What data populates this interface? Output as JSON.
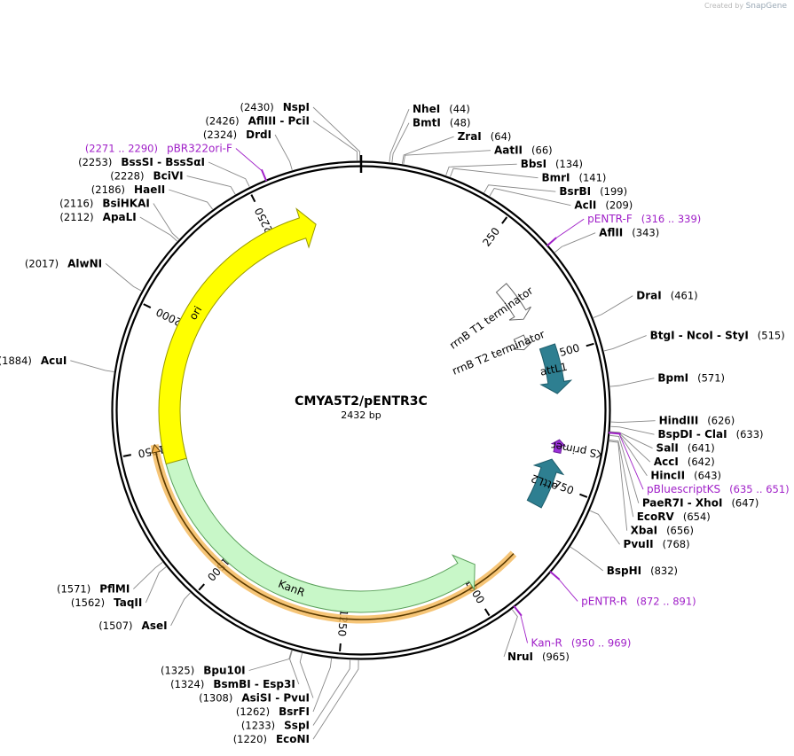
{
  "credit": {
    "prefix": "Created by",
    "brand": "SnapGene"
  },
  "plasmid": {
    "name": "CMYA5T2/pENTR3C",
    "size_label": "2432 bp",
    "length": 2432
  },
  "ticks": [
    {
      "pos": 250,
      "label": "250"
    },
    {
      "pos": 500,
      "label": "500"
    },
    {
      "pos": 750,
      "label": "750"
    },
    {
      "pos": 1000,
      "label": "1000"
    },
    {
      "pos": 1250,
      "label": "1250"
    },
    {
      "pos": 1500,
      "label": "1500"
    },
    {
      "pos": 1750,
      "label": "1750"
    },
    {
      "pos": 2000,
      "label": "2000"
    },
    {
      "pos": 2250,
      "label": "2250"
    }
  ],
  "features": [
    {
      "id": "rrnb-t1",
      "label": "rrnB T1 terminator",
      "start": 330,
      "end": 410,
      "color": "#ffffff",
      "stroke": "#666666",
      "kind": "hollow"
    },
    {
      "id": "rrnb-t2",
      "label": "rrnB T2 terminator",
      "start": 440,
      "end": 470,
      "color": "#ffffff",
      "stroke": "#666666",
      "kind": "hollow"
    },
    {
      "id": "attl1",
      "label": "attL1",
      "start": 480,
      "end": 575,
      "color": "#2e7f91",
      "stroke": "#1e5c6a",
      "kind": "solid"
    },
    {
      "id": "ks-primer",
      "label": "KS primer",
      "start": 665,
      "end": 690,
      "color": "#9b30d9",
      "stroke": "#6a1b9a",
      "kind": "solid"
    },
    {
      "id": "attl2",
      "label": "attL2",
      "start": 705,
      "end": 800,
      "color": "#2e7f91",
      "stroke": "#1e5c6a",
      "kind": "solid"
    },
    {
      "id": "kanr",
      "label": "KanR",
      "start": 970,
      "end": 1750,
      "color": "#c8f7c8",
      "stroke": "#5aa05a",
      "kind": "solid"
    },
    {
      "id": "ori",
      "label": "ori",
      "start": 1720,
      "end": 2340,
      "color": "#ffff00",
      "stroke": "#999900",
      "kind": "solid"
    }
  ],
  "promoter": {
    "label": "",
    "start": 900,
    "end": 1760,
    "color": "#f3b14a"
  },
  "sites": [
    {
      "name": "NspI",
      "pos": 2430,
      "display": "(2430)"
    },
    {
      "name": "NheI",
      "pos": 44,
      "display": "(44)"
    },
    {
      "name": "BmtI",
      "pos": 48,
      "display": "(48)"
    },
    {
      "name": "ZraI",
      "pos": 64,
      "display": "(64)"
    },
    {
      "name": "AatII",
      "pos": 66,
      "display": "(66)"
    },
    {
      "name": "BbsI",
      "pos": 134,
      "display": "(134)"
    },
    {
      "name": "BmrI",
      "pos": 141,
      "display": "(141)"
    },
    {
      "name": "BsrBI",
      "pos": 199,
      "display": "(199)"
    },
    {
      "name": "AclI",
      "pos": 209,
      "display": "(209)"
    },
    {
      "name": "AflII",
      "pos": 343,
      "display": "(343)"
    },
    {
      "name": "DraI",
      "pos": 461,
      "display": "(461)"
    },
    {
      "name": "BtgI  -  NcoI  -  StyI",
      "pos": 515,
      "display": "(515)"
    },
    {
      "name": "BpmI",
      "pos": 571,
      "display": "(571)"
    },
    {
      "name": "HindIII",
      "pos": 626,
      "display": "(626)"
    },
    {
      "name": "BspDI  -  ClaI",
      "pos": 633,
      "display": "(633)"
    },
    {
      "name": "SalI",
      "pos": 641,
      "display": "(641)"
    },
    {
      "name": "AccI",
      "pos": 642,
      "display": "(642)"
    },
    {
      "name": "HincII",
      "pos": 643,
      "display": "(643)"
    },
    {
      "name": "PaeR7I  -  XhoI",
      "pos": 647,
      "display": "(647)"
    },
    {
      "name": "EcoRV",
      "pos": 654,
      "display": "(654)"
    },
    {
      "name": "XbaI",
      "pos": 656,
      "display": "(656)"
    },
    {
      "name": "PvuII",
      "pos": 768,
      "display": "(768)"
    },
    {
      "name": "BspHI",
      "pos": 832,
      "display": "(832)"
    },
    {
      "name": "NruI",
      "pos": 965,
      "display": "(965)"
    },
    {
      "name": "EcoNI",
      "pos": 1220,
      "display": "(1220)"
    },
    {
      "name": "SspI",
      "pos": 1233,
      "display": "(1233)"
    },
    {
      "name": "BsrFI",
      "pos": 1262,
      "display": "(1262)"
    },
    {
      "name": "AsiSI  -  PvuI",
      "pos": 1308,
      "display": "(1308)"
    },
    {
      "name": "BsmBI  -  Esp3I",
      "pos": 1324,
      "display": "(1324)"
    },
    {
      "name": "Bpu10I",
      "pos": 1325,
      "display": "(1325)"
    },
    {
      "name": "AseI",
      "pos": 1507,
      "display": "(1507)"
    },
    {
      "name": "TaqII",
      "pos": 1562,
      "display": "(1562)"
    },
    {
      "name": "PflMI",
      "pos": 1571,
      "display": "(1571)"
    },
    {
      "name": "AcuI",
      "pos": 1884,
      "display": "(1884)"
    },
    {
      "name": "AlwNI",
      "pos": 2017,
      "display": "(2017)"
    },
    {
      "name": "ApaLI",
      "pos": 2112,
      "display": "(2112)"
    },
    {
      "name": "BsiHKAI",
      "pos": 2116,
      "display": "(2116)"
    },
    {
      "name": "HaeII",
      "pos": 2186,
      "display": "(2186)"
    },
    {
      "name": "BciVI",
      "pos": 2228,
      "display": "(2228)"
    },
    {
      "name": "BssSI  -  BssSαI",
      "pos": 2253,
      "display": "(2253)"
    },
    {
      "name": "DrdI",
      "pos": 2324,
      "display": "(2324)"
    },
    {
      "name": "AflIII  -  PciI",
      "pos": 2426,
      "display": "(2426)"
    }
  ],
  "primers": [
    {
      "name": "pBR322ori-F",
      "range": "(2271 .. 2290)",
      "start": 2271,
      "end": 2290
    },
    {
      "name": "pENTR-F",
      "range": "(316 .. 339)",
      "start": 316,
      "end": 339
    },
    {
      "name": "pBluescriptKS",
      "range": "(635 .. 651)",
      "start": 635,
      "end": 651
    },
    {
      "name": "pENTR-R",
      "range": "(872 .. 891)",
      "start": 872,
      "end": 891
    },
    {
      "name": "Kan-R",
      "range": "(950 .. 969)",
      "start": 950,
      "end": 969
    }
  ],
  "colors": {
    "backbone": "#000000",
    "primer": "#a020c8",
    "leader": "#888888"
  }
}
